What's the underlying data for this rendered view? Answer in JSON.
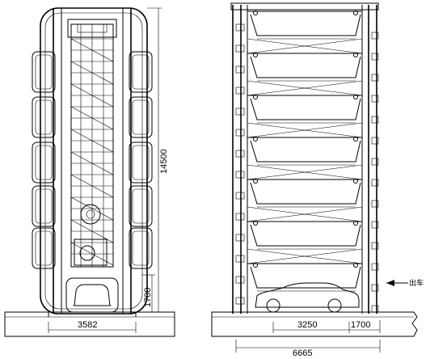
{
  "dimensions": {
    "height_total": "14500",
    "entry_height": "1700",
    "front_width": "3582",
    "side_platform": "3250",
    "side_entry": "1700",
    "side_total": "6665"
  },
  "labels": {
    "exit_arrow": "出车"
  }
}
